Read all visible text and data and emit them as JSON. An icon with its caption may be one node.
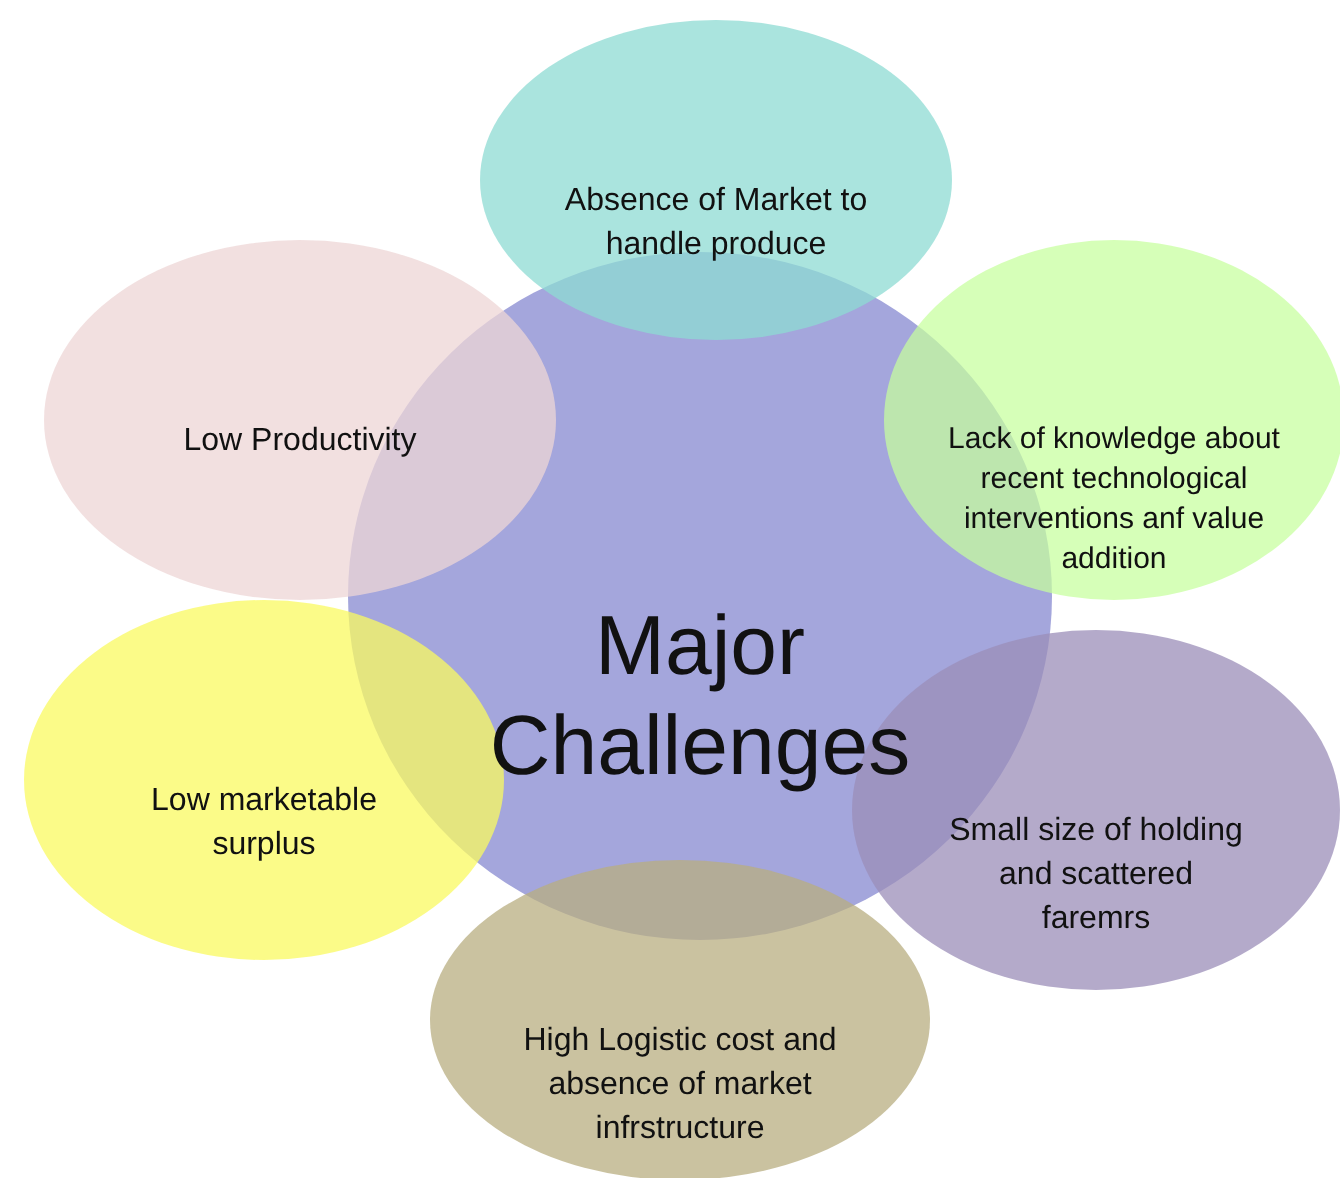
{
  "diagram": {
    "nodes": [
      {
        "text": [
          "Major Challenges"
        ]
      },
      {
        "text": [
          "Absence of Market to handle produce"
        ]
      },
      {
        "text": [
          "Lack of knowledge about recent technological interventions anf value addition"
        ]
      },
      {
        "text": [
          "Small size of holding and scattered faremrs"
        ]
      },
      {
        "text": [
          "High Logistic cost and absence of market infrstructure"
        ]
      },
      {
        "text": [
          "Low marketable surplus"
        ]
      },
      {
        "text": [
          "Low Productivity"
        ]
      }
    ]
  }
}
